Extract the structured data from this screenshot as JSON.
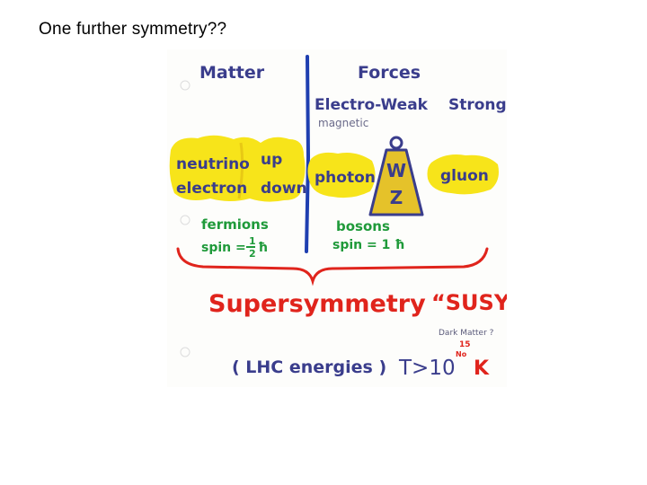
{
  "title": "One further symmetry??",
  "drawing": {
    "matter_heading": "Matter",
    "forces_heading": "Forces",
    "electroweak": "Electro-Weak",
    "strong": "Strong",
    "magnetic": "magnetic",
    "neutrino": "neutrino",
    "electron": "electron",
    "up": "up",
    "down": "down",
    "photon": "photon",
    "w": "W",
    "z": "Z",
    "gluon": "gluon",
    "fermions": "fermions",
    "fermion_spin_prefix": "spin =",
    "fermion_spin_num": "1",
    "fermion_spin_den": "2",
    "fermion_spin_unit": "ħ",
    "bosons": "bosons",
    "boson_spin": "spin = 1 ħ",
    "supersymmetry": "Supersymmetry",
    "susy": "“SUSY”",
    "dark_matter": "Dark Matter ?",
    "lhc": "( LHC energies )",
    "temp": "T>10",
    "temp_exp": "15",
    "temp_unit": "K",
    "temp_note": "No"
  },
  "colors": {
    "matter_blue": "#3a3d8c",
    "divider_blue": "#1f3fb0",
    "yellow_blob": "#f7e41a",
    "green_text": "#1f9a3a",
    "red_text": "#e0241c",
    "gray_text": "#5a5a7a",
    "weight_gold": "#e5c22a"
  }
}
